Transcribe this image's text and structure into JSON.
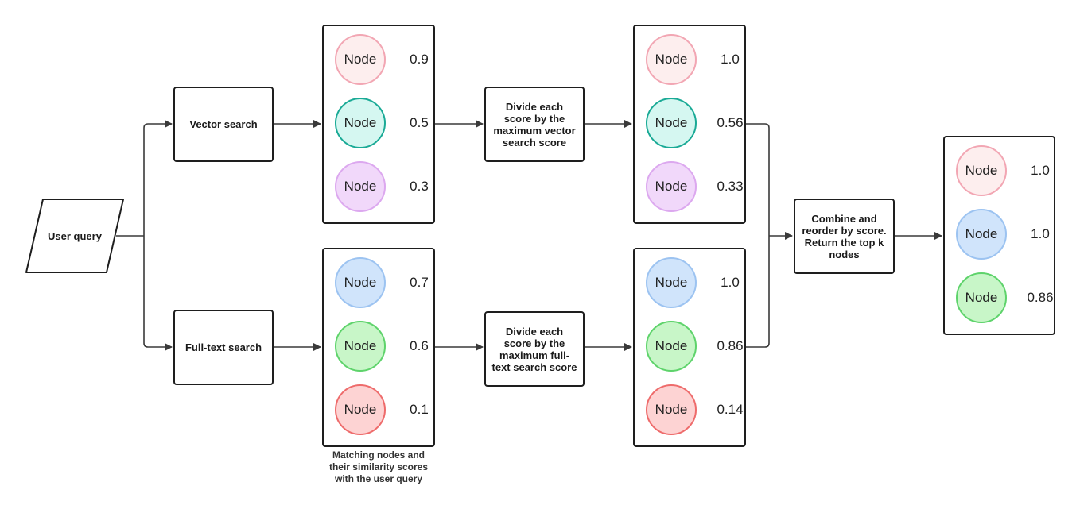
{
  "user_query": {
    "label": "User query"
  },
  "searches": [
    {
      "label": "Vector search"
    },
    {
      "label": "Full-text search"
    }
  ],
  "normalizers": [
    {
      "label": "Divide each score by the maximum vector search score"
    },
    {
      "label": "Divide each score by the maximum full-text search score"
    }
  ],
  "combine": {
    "label": "Combine and reorder by score. Return the top k nodes"
  },
  "caption": "Matching nodes and their similarity scores with the user query",
  "panels": [
    {
      "id": "vector-raw",
      "nodes": [
        {
          "label": "Node",
          "score": "0.9",
          "color": "pink"
        },
        {
          "label": "Node",
          "score": "0.5",
          "color": "teal"
        },
        {
          "label": "Node",
          "score": "0.3",
          "color": "purple"
        }
      ]
    },
    {
      "id": "fulltext-raw",
      "nodes": [
        {
          "label": "Node",
          "score": "0.7",
          "color": "blue"
        },
        {
          "label": "Node",
          "score": "0.6",
          "color": "green"
        },
        {
          "label": "Node",
          "score": "0.1",
          "color": "red"
        }
      ]
    },
    {
      "id": "vector-normalized",
      "nodes": [
        {
          "label": "Node",
          "score": "1.0",
          "color": "pink"
        },
        {
          "label": "Node",
          "score": "0.56",
          "color": "teal"
        },
        {
          "label": "Node",
          "score": "0.33",
          "color": "purple"
        }
      ]
    },
    {
      "id": "fulltext-normalized",
      "nodes": [
        {
          "label": "Node",
          "score": "1.0",
          "color": "blue"
        },
        {
          "label": "Node",
          "score": "0.86",
          "color": "green"
        },
        {
          "label": "Node",
          "score": "0.14",
          "color": "red"
        }
      ]
    },
    {
      "id": "combined-result",
      "nodes": [
        {
          "label": "Node",
          "score": "1.0",
          "color": "pink"
        },
        {
          "label": "Node",
          "score": "1.0",
          "color": "blue"
        },
        {
          "label": "Node",
          "score": "0.86",
          "color": "green"
        }
      ]
    }
  ],
  "palette": {
    "pink": {
      "fill": "#fdeeee",
      "stroke": "#f2a6b3"
    },
    "teal": {
      "fill": "#d5f7f1",
      "stroke": "#1aaa96"
    },
    "purple": {
      "fill": "#f1d8fa",
      "stroke": "#dca8ef"
    },
    "blue": {
      "fill": "#d0e4fb",
      "stroke": "#9cc3f1"
    },
    "green": {
      "fill": "#c8f6c8",
      "stroke": "#5ed36b"
    },
    "red": {
      "fill": "#fdd3d3",
      "stroke": "#ee6b6b"
    }
  },
  "line_color": "#3a3a3a"
}
